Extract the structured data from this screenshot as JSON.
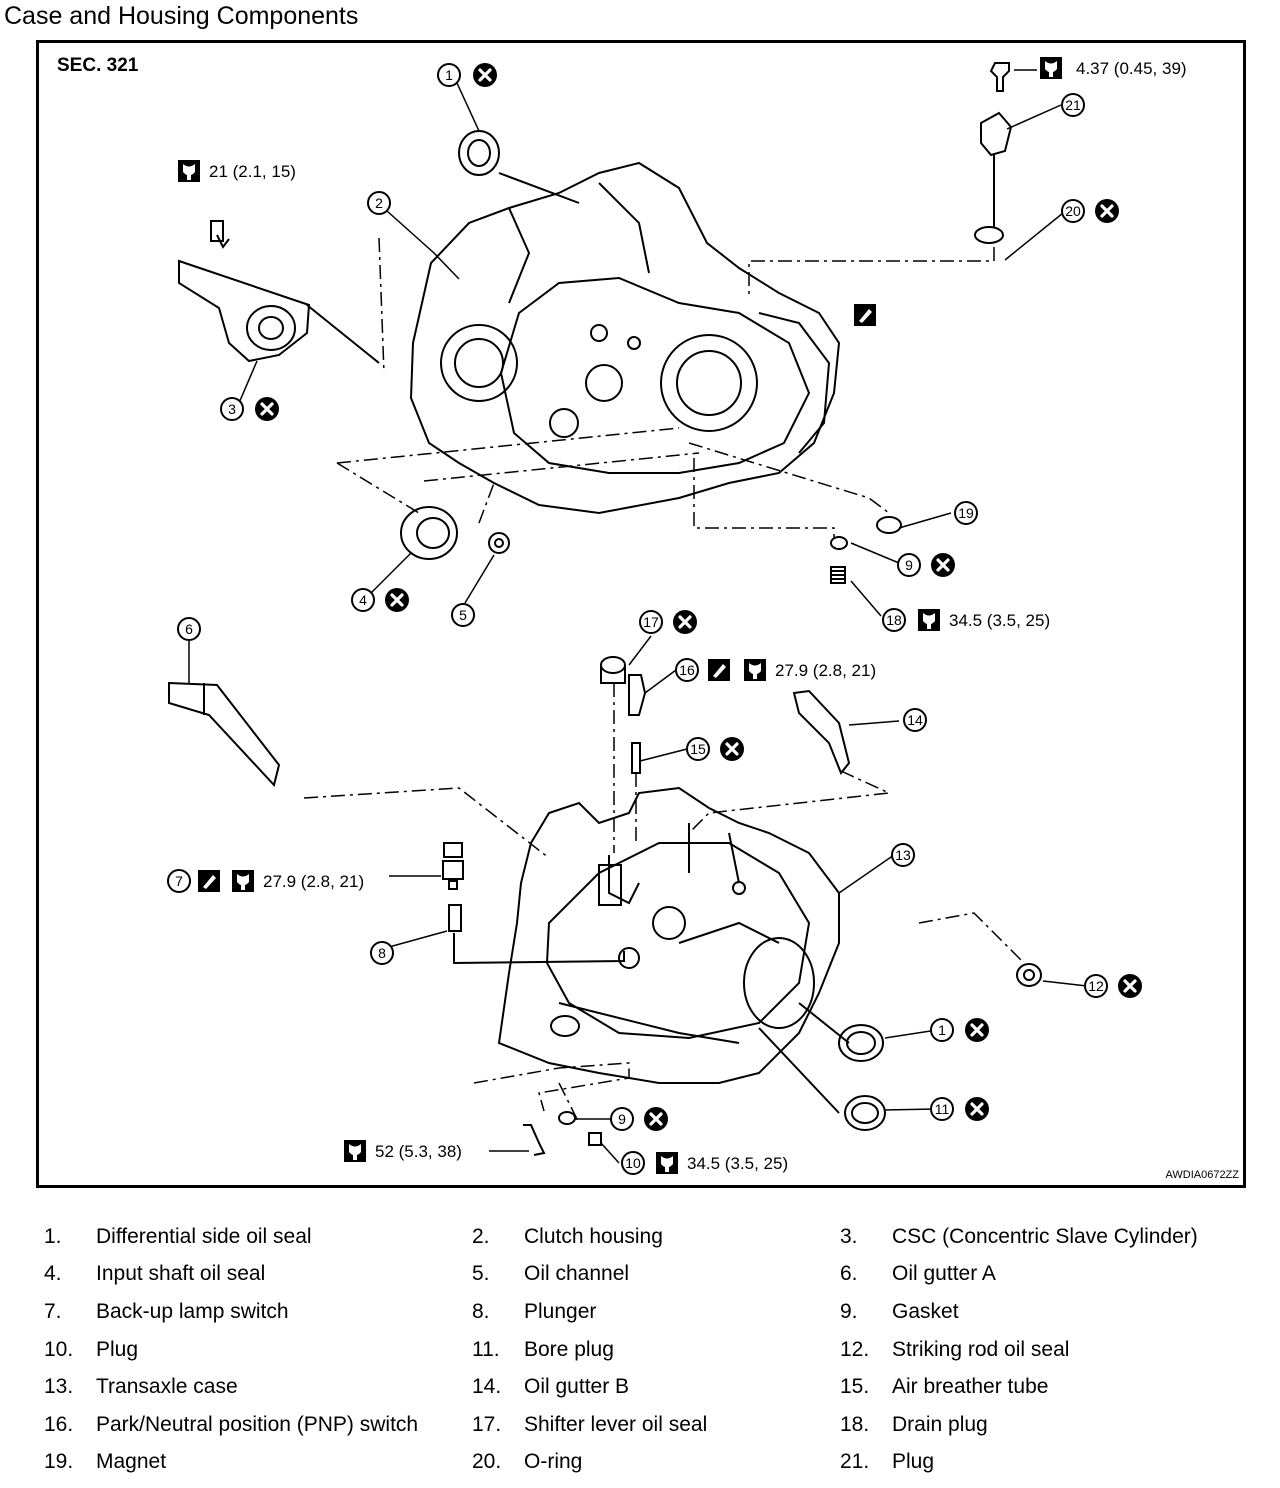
{
  "title": "Case and Housing Components",
  "figure": {
    "section": "SEC. 321",
    "figure_id": "AWDIA0672ZZ",
    "torque_specs": [
      "4.37 (0.45, 39)",
      "21 (2.1, 15)",
      "34.5 (3.5, 25)",
      "27.9 (2.8, 21)",
      "27.9 (2.8, 21)",
      "52 (5.3, 38)",
      "34.5 (3.5, 25)"
    ],
    "callouts": [
      "1",
      "2",
      "3",
      "4",
      "5",
      "6",
      "7",
      "8",
      "9",
      "10",
      "11",
      "12",
      "13",
      "14",
      "15",
      "16",
      "17",
      "18",
      "19",
      "20",
      "21",
      "1",
      "9"
    ]
  },
  "legend": [
    {
      "num": "1.",
      "label": "Differential side oil seal"
    },
    {
      "num": "2.",
      "label": "Clutch housing"
    },
    {
      "num": "3.",
      "label": "CSC (Concentric Slave Cylinder)"
    },
    {
      "num": "4.",
      "label": "Input shaft oil seal"
    },
    {
      "num": "5.",
      "label": "Oil channel"
    },
    {
      "num": "6.",
      "label": "Oil gutter A"
    },
    {
      "num": "7.",
      "label": "Back-up lamp switch"
    },
    {
      "num": "8.",
      "label": "Plunger"
    },
    {
      "num": "9.",
      "label": "Gasket"
    },
    {
      "num": "10.",
      "label": "Plug"
    },
    {
      "num": "11.",
      "label": "Bore plug"
    },
    {
      "num": "12.",
      "label": "Striking rod oil seal"
    },
    {
      "num": "13.",
      "label": "Transaxle case"
    },
    {
      "num": "14.",
      "label": "Oil gutter B"
    },
    {
      "num": "15.",
      "label": "Air breather tube"
    },
    {
      "num": "16.",
      "label": "Park/Neutral position (PNP) switch"
    },
    {
      "num": "17.",
      "label": "Shifter lever oil seal"
    },
    {
      "num": "18.",
      "label": "Drain plug"
    },
    {
      "num": "19.",
      "label": "Magnet"
    },
    {
      "num": "20.",
      "label": "O-ring"
    },
    {
      "num": "21.",
      "label": "Plug"
    }
  ]
}
